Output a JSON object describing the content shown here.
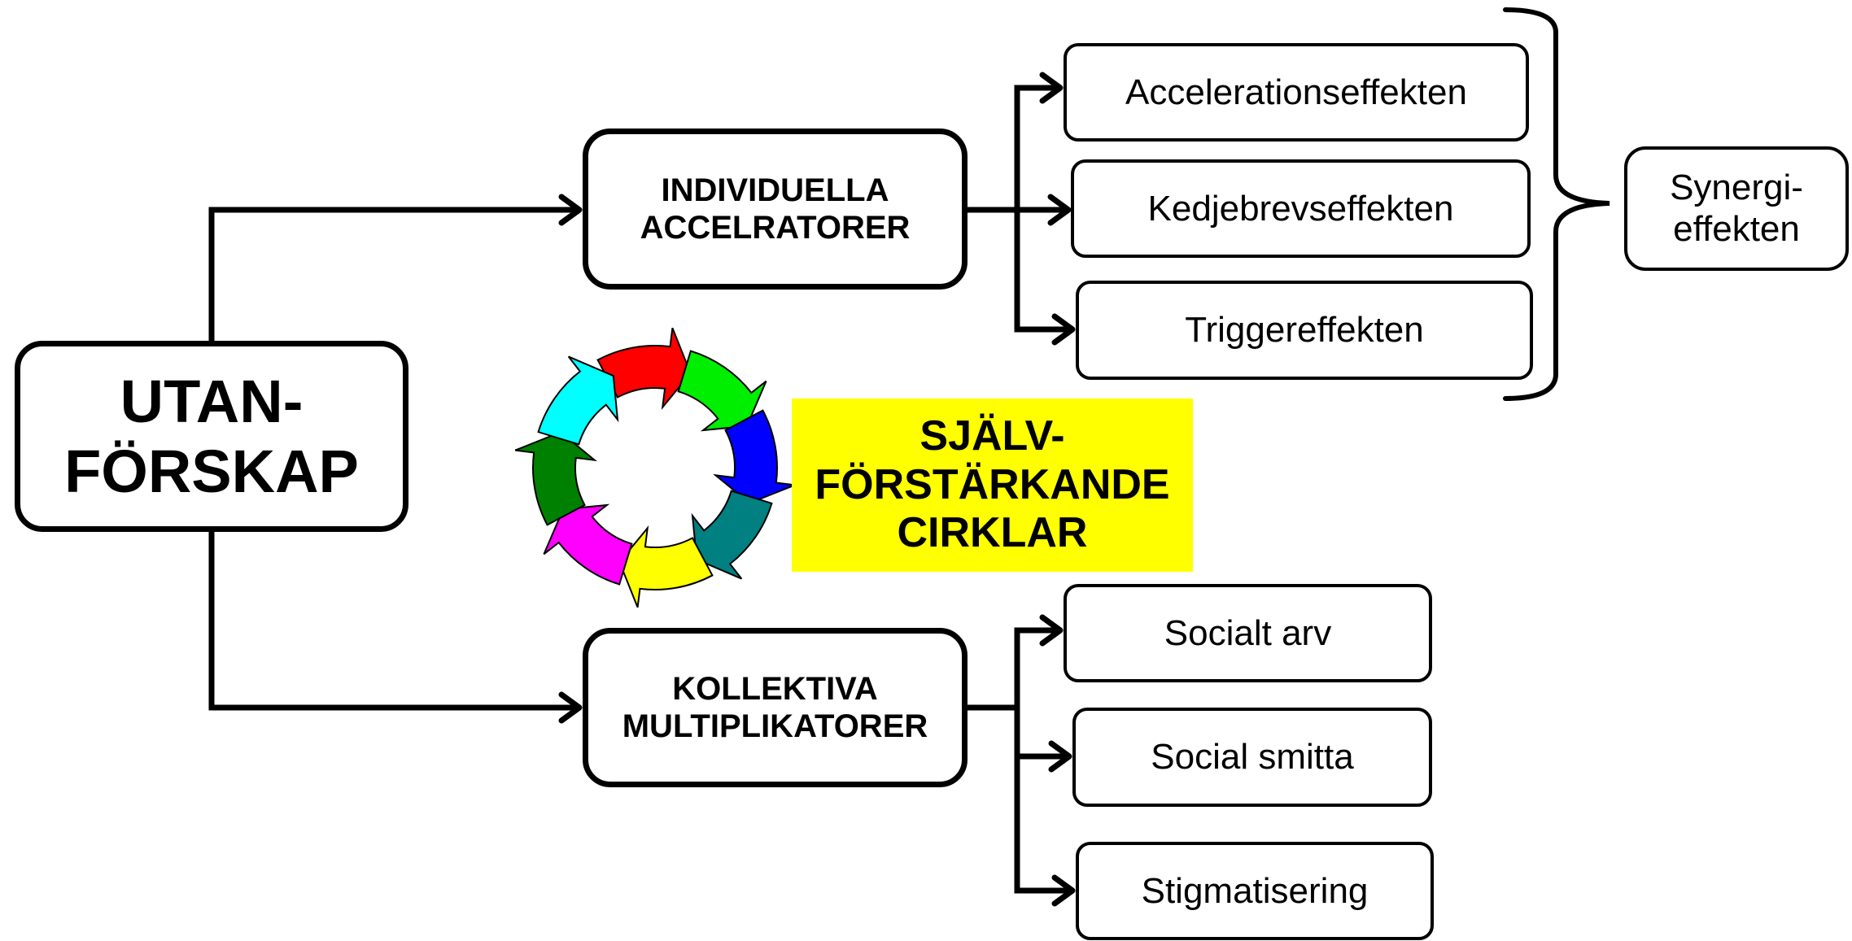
{
  "root": {
    "label": "UTAN-\nFÖRSKAP"
  },
  "branches": [
    {
      "id": "indiv",
      "label": "INDIVIDUELLA\nACCELRATORER",
      "effects": [
        "Accelerationseffekten",
        "Kedjebrevseffekten",
        "Triggereffekten"
      ]
    },
    {
      "id": "koll",
      "label": "KOLLEKTIVA\nMULTIPLIKATORER",
      "effects": [
        "Socialt arv",
        "Social smitta",
        "Stigmatisering"
      ]
    }
  ],
  "synergy": {
    "label": "Synergi-\neffekten"
  },
  "cycle": {
    "label": "SJÄLV-\nFÖRSTÄRKANDE\nCIRKLAR",
    "label_color": "#ffff00",
    "arrow_colors": [
      "#ff0000",
      "#00ee00",
      "#0000ff",
      "#008080",
      "#ffff00",
      "#ff00ff",
      "#008000",
      "#00ffff"
    ]
  }
}
